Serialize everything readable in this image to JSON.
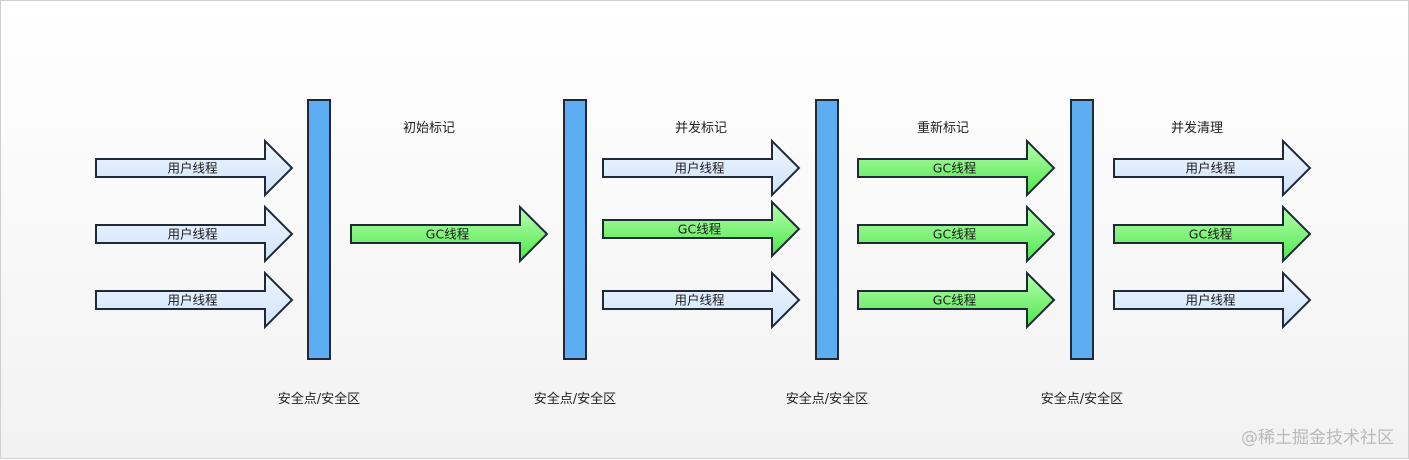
{
  "phases": [
    {
      "label": "",
      "arrows": [
        "用户线程",
        "用户线程",
        "用户线程"
      ]
    },
    {
      "label": "初始标记",
      "arrows": [
        "GC线程"
      ]
    },
    {
      "label": "并发标记",
      "arrows": [
        "用户线程",
        "GC线程",
        "用户线程"
      ]
    },
    {
      "label": "重新标记",
      "arrows": [
        "GC线程",
        "GC线程",
        "GC线程"
      ]
    },
    {
      "label": "并发清理",
      "arrows": [
        "用户线程",
        "GC线程",
        "用户线程"
      ]
    }
  ],
  "barriers": [
    {
      "label": "安全点/安全区"
    },
    {
      "label": "安全点/安全区"
    },
    {
      "label": "安全点/安全区"
    },
    {
      "label": "安全点/安全区"
    }
  ],
  "legend_colors": {
    "user_thread": "#dcecfc",
    "gc_thread": "#7af06e",
    "barrier": "#5caef0",
    "outline": "#1f2a38"
  },
  "watermark": "@稀土掘金技术社区"
}
